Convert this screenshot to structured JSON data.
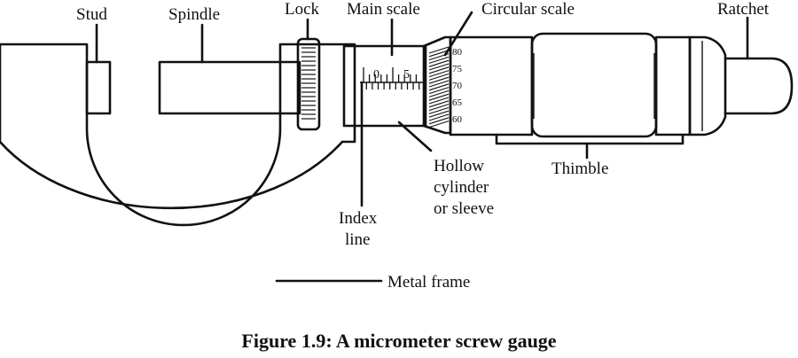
{
  "labels": {
    "stud": "Stud",
    "spindle": "Spindle",
    "lock": "Lock",
    "main_scale": "Main scale",
    "circular_scale": "Circular scale",
    "ratchet": "Ratchet",
    "hollow_line1": "Hollow",
    "hollow_line2": "cylinder",
    "hollow_line3": "or sleeve",
    "thimble": "Thimble",
    "index_line1": "Index",
    "index_line2": "line",
    "metal_frame": "Metal frame"
  },
  "main_scale_marks": [
    "0",
    "5"
  ],
  "circular_scale_marks": [
    "80",
    "75",
    "70",
    "65",
    "60"
  ],
  "caption": "Figure 1.9: A micrometer screw gauge"
}
